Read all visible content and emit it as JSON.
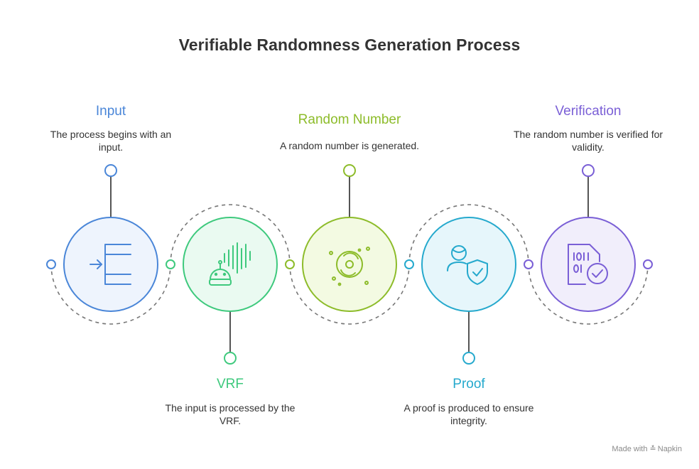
{
  "title": "Verifiable Randomness Generation Process",
  "steps": [
    {
      "title": "Input",
      "description": "The process begins with an input.",
      "color": "#4a86d8",
      "fill": "#eef4fd",
      "icon": "input-arrow-icon"
    },
    {
      "title": "VRF",
      "description": "The input is processed by the VRF.",
      "color": "#3ec97d",
      "fill": "#eafaf1",
      "icon": "robot-soundwave-icon"
    },
    {
      "title": "Random Number",
      "description": "A random number is generated.",
      "color": "#8dbc2a",
      "fill": "#f3fae2",
      "icon": "swirl-icon"
    },
    {
      "title": "Proof",
      "description": "A proof is produced to ensure integrity.",
      "color": "#25a9cd",
      "fill": "#e6f6fb",
      "icon": "user-shield-icon"
    },
    {
      "title": "Verification",
      "description": "The random number is verified for validity.",
      "color": "#7a5fd6",
      "fill": "#f1eefb",
      "icon": "document-check-icon"
    }
  ],
  "footer": {
    "made_with": "Made with",
    "brand": "Napkin"
  }
}
